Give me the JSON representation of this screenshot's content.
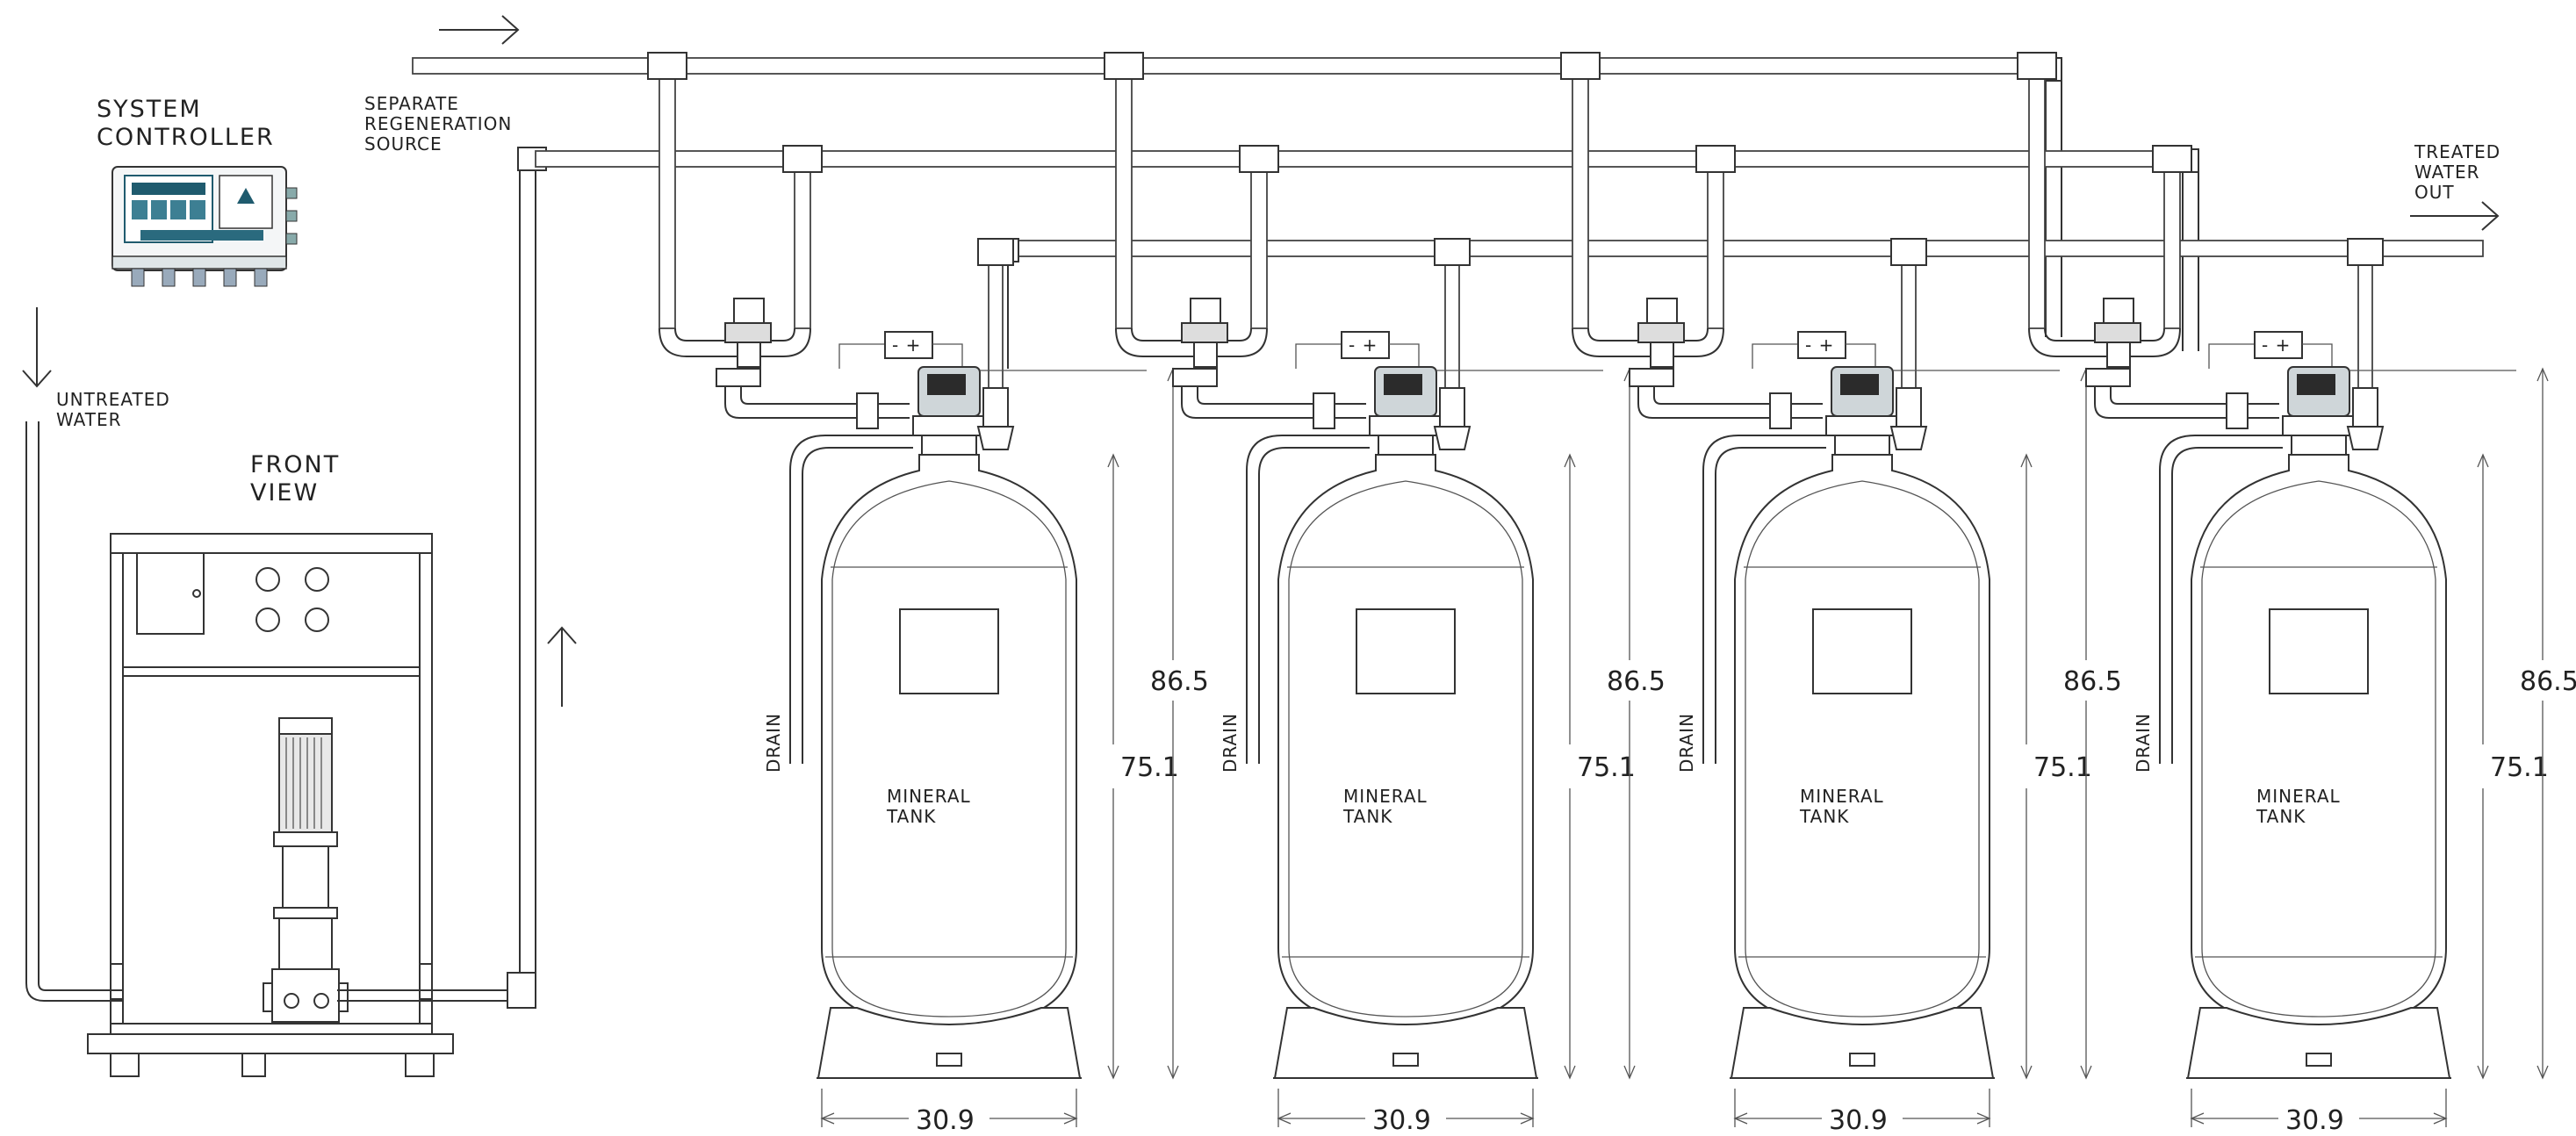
{
  "labels": {
    "system_controller": [
      "SYSTEM",
      "CONTROLLER"
    ],
    "separate_regeneration_source": [
      "SEPARATE",
      "REGENERATION",
      "SOURCE"
    ],
    "untreated_water": [
      "UNTREATED",
      "WATER"
    ],
    "front_view": [
      "FRONT",
      "VIEW"
    ],
    "treated_water_out": [
      "TREATED",
      "WATER",
      "OUT"
    ],
    "drain": "DRAIN",
    "mineral_tank": [
      "MINERAL",
      "TANK"
    ],
    "meter_sign": "- +"
  },
  "tanks": [
    {
      "id": 1,
      "overall_height": "86.5",
      "tank_height": "75.1",
      "diameter": "30.9"
    },
    {
      "id": 2,
      "overall_height": "86.5",
      "tank_height": "75.1",
      "diameter": "30.9"
    },
    {
      "id": 3,
      "overall_height": "86.5",
      "tank_height": "75.1",
      "diameter": "30.9"
    },
    {
      "id": 4,
      "overall_height": "86.5",
      "tank_height": "75.1",
      "diameter": "30.9"
    }
  ],
  "colors": {
    "line": "#333333",
    "controller_accent": "#1f5b6e"
  }
}
